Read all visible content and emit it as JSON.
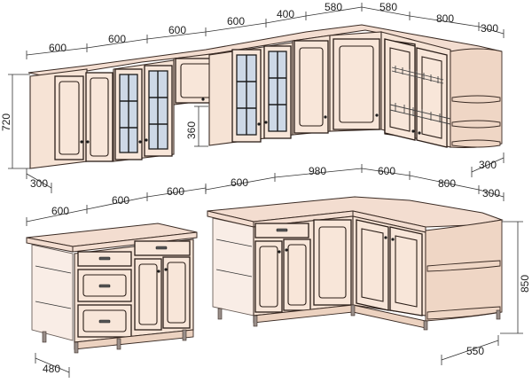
{
  "dimensions": {
    "upper_widths": [
      "600",
      "600",
      "600",
      "600",
      "400",
      "580",
      "580",
      "800",
      "300"
    ],
    "upper_height": "720",
    "upper_small_height": "360",
    "upper_depth": "300",
    "upper_end_depth": "300",
    "lower_left_widths": [
      "600",
      "600",
      "600"
    ],
    "lower_left_depth": "480",
    "lower_right_widths": [
      "600",
      "980",
      "600",
      "800",
      "300"
    ],
    "lower_height": "850",
    "lower_end_depth": "550"
  }
}
